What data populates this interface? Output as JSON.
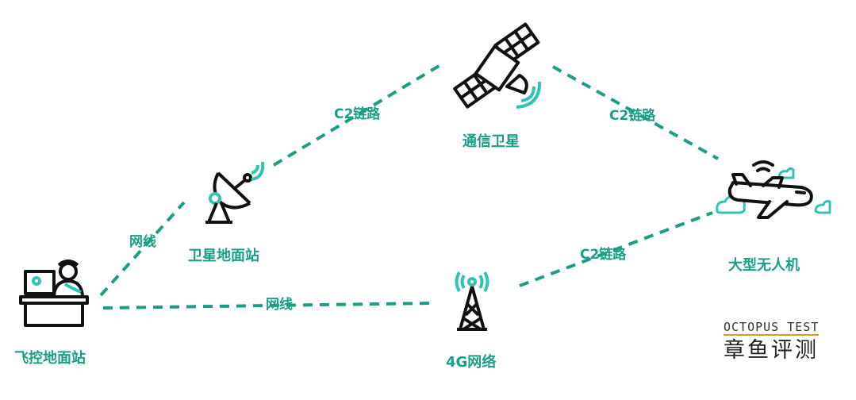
{
  "colors": {
    "accent": "#1a9f86",
    "icon_stroke": "#111111",
    "icon_accent": "#33c3b3",
    "watermark_bar": "#c9a227"
  },
  "nodes": {
    "satellite": {
      "label": "通信卫星",
      "icon": "satellite-icon"
    },
    "satellite_ground_station": {
      "label": "卫星地面站",
      "icon": "satellite-dish-icon"
    },
    "uav": {
      "label": "大型无人机",
      "icon": "airplane-icon"
    },
    "flight_control_station": {
      "label": "飞控地面站",
      "icon": "operator-console-icon"
    },
    "network_4g": {
      "label": "4G网络",
      "icon": "cell-tower-icon"
    }
  },
  "links": {
    "station_to_satellite": "C2链路",
    "satellite_to_uav": "C2链路",
    "tower_to_uav": "C2链路",
    "control_to_station": "网线",
    "control_to_tower": "网线"
  },
  "watermark": {
    "en": "OCTOPUS TEST",
    "cn": "章鱼评测"
  }
}
